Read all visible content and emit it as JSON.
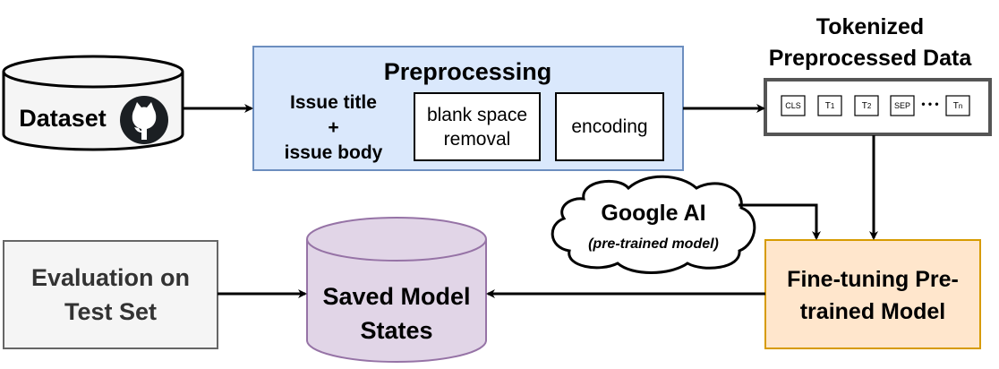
{
  "dataset": {
    "label": "Dataset",
    "icon": "github-icon"
  },
  "preprocessing": {
    "title": "Preprocessing",
    "input_label": "Issue title\n+\nissue body",
    "steps": [
      "blank space\nremoval",
      "encoding"
    ]
  },
  "tokenized": {
    "title": "Tokenized\nPreprocessed Data",
    "tokens": [
      "CLS",
      "T",
      "T",
      "SEP",
      "T"
    ],
    "token_subscripts": [
      "",
      "1",
      "2",
      "",
      "n"
    ],
    "ellipsis": "• • •"
  },
  "google_ai": {
    "title": "Google AI",
    "subtitle": "(pre-trained model)"
  },
  "fine_tuning": {
    "label": "Fine-tuning Pre-\ntrained Model"
  },
  "saved_model": {
    "label": "Saved Model\nStates"
  },
  "evaluation": {
    "label": "Evaluation on\nTest Set"
  },
  "colors": {
    "preprocessing_fill": "#dae8fc",
    "preprocessing_stroke": "#6c8ebf",
    "fine_tuning_fill": "#ffe6cc",
    "fine_tuning_stroke": "#d79b00",
    "saved_model_fill": "#e1d5e7",
    "saved_model_stroke": "#9673a6",
    "evaluation_fill": "#f5f5f5",
    "evaluation_stroke": "#666666",
    "dataset_fill": "#f5f5f5",
    "dataset_stroke": "#000000"
  }
}
